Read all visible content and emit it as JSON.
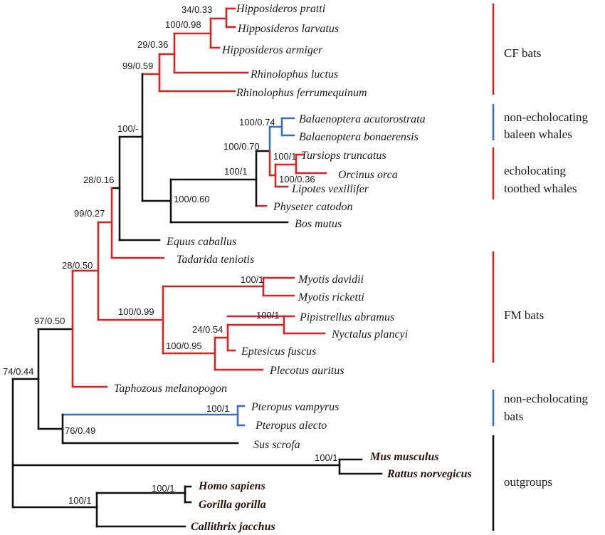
{
  "colors": {
    "red": "#e02020",
    "blue": "#3a6fc4",
    "black": "#111111"
  },
  "taxa": [
    {
      "id": "pratti",
      "label": "Hipposideros pratti",
      "color": "red"
    },
    {
      "id": "larvatus",
      "label": "Hipposideros larvatus",
      "color": "red"
    },
    {
      "id": "armiger",
      "label": "Hipposideros armiger",
      "color": "red"
    },
    {
      "id": "luctus",
      "label": "Rhinolophus luctus",
      "color": "red"
    },
    {
      "id": "ferrum",
      "label": "Rhinolophus ferrumequinum",
      "color": "red"
    },
    {
      "id": "acuto",
      "label": "Balaenoptera acutorostrata",
      "color": "blue"
    },
    {
      "id": "bona",
      "label": "Balaenoptera bonaerensis",
      "color": "blue"
    },
    {
      "id": "tursiops",
      "label": "Tursiops truncatus",
      "color": "red"
    },
    {
      "id": "orcinus",
      "label": "Orcinus orca",
      "color": "red"
    },
    {
      "id": "lipotes",
      "label": "Lipotes vexillifer",
      "color": "red"
    },
    {
      "id": "physeter",
      "label": "Physeter catodon",
      "color": "red"
    },
    {
      "id": "bos",
      "label": "Bos mutus",
      "color": "black"
    },
    {
      "id": "equus",
      "label": "Equus caballus",
      "color": "black"
    },
    {
      "id": "tadarida",
      "label": "Tadarida teniotis",
      "color": "red"
    },
    {
      "id": "davidii",
      "label": "Myotis davidii",
      "color": "red"
    },
    {
      "id": "ricketti",
      "label": "Myotis ricketti",
      "color": "red"
    },
    {
      "id": "pipist",
      "label": "Pipistrellus abramus",
      "color": "red"
    },
    {
      "id": "nyctalus",
      "label": "Nyctalus plancyi",
      "color": "red"
    },
    {
      "id": "eptesicus",
      "label": "Eptesicus fuscus",
      "color": "red"
    },
    {
      "id": "plecotus",
      "label": "Plecotus auritus",
      "color": "red"
    },
    {
      "id": "taphozous",
      "label": "Taphozous melanopogon",
      "color": "red"
    },
    {
      "id": "vampyrus",
      "label": "Pteropus vampyrus",
      "color": "blue"
    },
    {
      "id": "alecto",
      "label": "Pteropus alecto",
      "color": "blue"
    },
    {
      "id": "sus",
      "label": "Sus scrofa",
      "color": "black"
    },
    {
      "id": "mus",
      "label": "Mus musculus",
      "color": "black",
      "bold": true
    },
    {
      "id": "rattus",
      "label": "Rattus norvegicus",
      "color": "black",
      "bold": true
    },
    {
      "id": "homo",
      "label": "Homo sapiens",
      "color": "black",
      "bold": true
    },
    {
      "id": "gorilla",
      "label": "Gorilla gorilla",
      "color": "black",
      "bold": true
    },
    {
      "id": "callithrix",
      "label": "Callithrix jacchus",
      "color": "black",
      "bold": true
    }
  ],
  "support_values": [
    "34/0.33",
    "100/0.98",
    "29/0.36",
    "99/0.59",
    "100/-",
    "100/0.74",
    "100/0.70",
    "100/1",
    "100/1",
    "100/0.36",
    "100/0.60",
    "28/0.16",
    "99/0.27",
    "28/0.50",
    "100/1",
    "100/0.99",
    "100/1",
    "24/0.54",
    "100/0.95",
    "97/0.50",
    "74/0.44",
    "100/1",
    "76/0.49",
    "100/1",
    "100/1",
    "100/1"
  ],
  "groups": [
    {
      "lines": [
        "CF bats"
      ],
      "color": "red"
    },
    {
      "lines": [
        "non-echolocating",
        "baleen whales"
      ],
      "color": "blue"
    },
    {
      "lines": [
        "echolocating",
        "toothed whales"
      ],
      "color": "red"
    },
    {
      "lines": [
        "FM bats"
      ],
      "color": "red"
    },
    {
      "lines": [
        "non-echolocating",
        "bats"
      ],
      "color": "blue"
    },
    {
      "lines": [
        "outgroups"
      ],
      "color": "black"
    }
  ]
}
